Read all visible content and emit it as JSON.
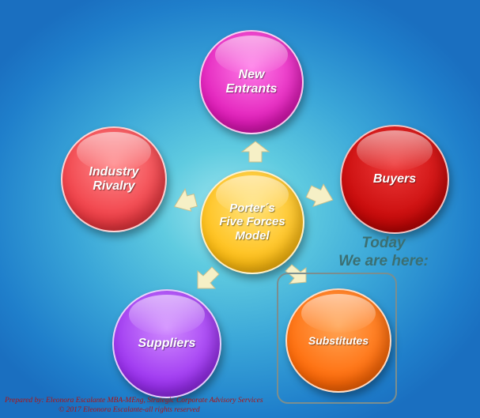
{
  "diagram": {
    "center": "Porter´s\nFive Forces\nModel",
    "forces": {
      "new_entrants": "New\nEntrants",
      "industry_rivalry": "Industry\nRivalry",
      "buyers": "Buyers",
      "suppliers": "Suppliers",
      "substitutes": "Substitutes"
    },
    "annotation": "Today\nWe are here:",
    "highlighted_force": "substitutes"
  },
  "footer": {
    "prepared_by": "Prepared by: Eleonora Escalante MBA-MEng, Strategic Corporate Advisory Services",
    "copyright": "© 2017 Eleonora Escalante-all rights reserved"
  },
  "colors": {
    "new_entrants": "#e01ab8",
    "industry_rivalry": "#ef3c44",
    "buyers": "#c60808",
    "center": "#ffbe14",
    "suppliers": "#9a30ef",
    "substitutes": "#ff6a08",
    "annotation_text": "#3b6f72",
    "footer_text": "#b01212"
  }
}
